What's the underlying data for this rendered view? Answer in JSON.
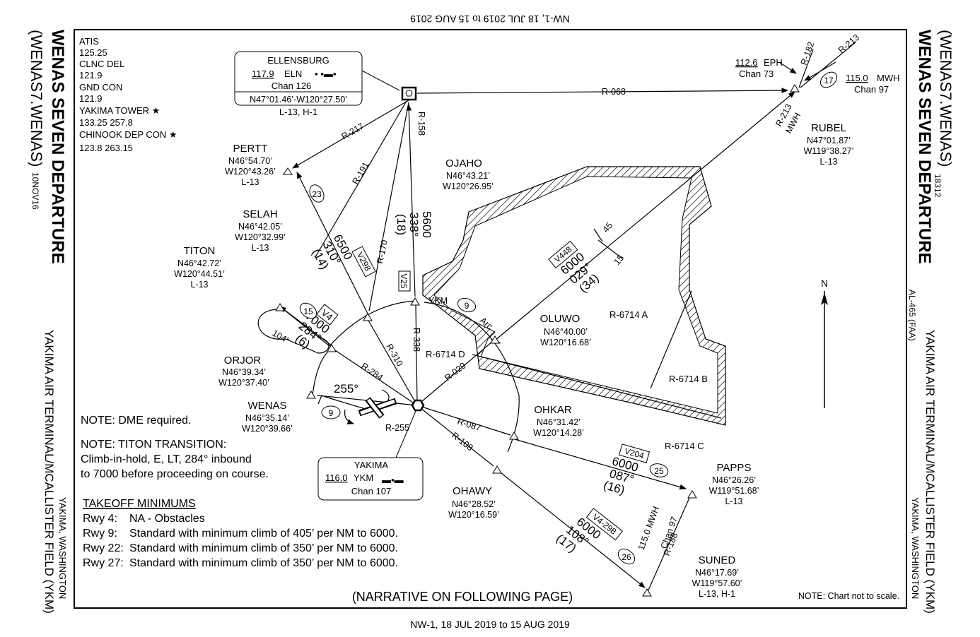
{
  "chart": {
    "title": "WENAS SEVEN DEPARTURE",
    "code": "(WENAS7.WENAS)",
    "date_code": "10NOV16",
    "chart_number": "18312",
    "faa_id": "AL-465 (FAA)",
    "airport": "YAKIMA AIR TERMINAL/MCALLISTER FIELD (YKM)",
    "city": "YAKIMA, WASHINGTON",
    "cycle_top": "NW-1,  18 JUL 2019  to  15 AUG 2019",
    "cycle_bottom": "NW-1,  18 JUL 2019  to  15 AUG 2019",
    "narrative_note": "(NARRATIVE ON FOLLOWING PAGE)",
    "scale_note": "NOTE: Chart not to scale.",
    "north_label": "N"
  },
  "comms": [
    "ATIS",
    "125.25",
    "CLNC DEL",
    "121.9",
    "GND CON",
    "121.9",
    "YAKIMA TOWER ★",
    "133.25  257.8",
    "CHINOOK DEP CON ★",
    "123.8  263.15"
  ],
  "notes": {
    "dme": "NOTE: DME required.",
    "titon_1": "NOTE: TITON TRANSITION:",
    "titon_2": "Climb-in-hold, E, LT, 284° inbound",
    "titon_3": "to 7000 before proceeding on course."
  },
  "takeoff": {
    "heading": "TAKEOFF MINIMUMS",
    "rows": [
      {
        "rwy": "Rwy 4:",
        "text": "NA - Obstacles"
      },
      {
        "rwy": "Rwy 9:",
        "text": "Standard with minimum climb of 405’ per NM to 6000."
      },
      {
        "rwy": "Rwy 22:",
        "text": "Standard with minimum climb of 350’ per NM to 6000."
      },
      {
        "rwy": "Rwy 27:",
        "text": "Standard with minimum climb of 350’ per NM to 6000."
      }
    ]
  },
  "navaids": {
    "ellensburg": {
      "name": "ELLENSBURG",
      "freq": "117.9",
      "id": "ELN",
      "chan": "Chan 126",
      "coords": "N47°01.46’-W120°27.50’",
      "charts": "L-13, H-1"
    },
    "yakima": {
      "name": "YAKIMA",
      "freq": "116.0",
      "id": "YKM",
      "chan": "Chan 107"
    },
    "eph": {
      "freq": "112.6",
      "id": "EPH",
      "chan": "Chan 73"
    },
    "mwh": {
      "freq": "115.0",
      "id": "MWH",
      "chan": "Chan 97"
    }
  },
  "fixes": [
    {
      "name": "PERTT",
      "lat": "N46°54.70’",
      "lon": "W120°43.26’",
      "chart": "L-13"
    },
    {
      "name": "SELAH",
      "lat": "N46°42.05’",
      "lon": "W120°32.99’",
      "chart": "L-13"
    },
    {
      "name": "TITON",
      "lat": "N46°42.72’",
      "lon": "W120°44.51’",
      "chart": "L-13"
    },
    {
      "name": "ORJOR",
      "lat": "N46°39.34’",
      "lon": "W120°37.40’",
      "chart": ""
    },
    {
      "name": "WENAS",
      "lat": "N46°35.14’",
      "lon": "W120°39.66’",
      "chart": ""
    },
    {
      "name": "OJAHO",
      "lat": "N46°43.21’",
      "lon": "W120°26.95’",
      "chart": ""
    },
    {
      "name": "OLUWO",
      "lat": "N46°40.00’",
      "lon": "W120°16.68’",
      "chart": ""
    },
    {
      "name": "OHKAR",
      "lat": "N46°31.42’",
      "lon": "W120°14.28’",
      "chart": ""
    },
    {
      "name": "OHAWY",
      "lat": "N46°28.52’",
      "lon": "W120°16.59’",
      "chart": ""
    },
    {
      "name": "RUBEL",
      "lat": "N47°01.87’",
      "lon": "W119°38.27’",
      "chart": "L-13"
    },
    {
      "name": "PAPPS",
      "lat": "N46°26.26’",
      "lon": "W119°51.68’",
      "chart": "L-13"
    },
    {
      "name": "SUNED",
      "lat": "N46°17.69’",
      "lon": "W119°57.60’",
      "chart": "L-13, H-1"
    }
  ],
  "radials": {
    "r068": "R-068",
    "r158": "R-158",
    "r217": "R-217",
    "r191": "R-191",
    "r170": "R-170",
    "r182": "R-182",
    "r213a": "R-213",
    "r213b": "R-213",
    "r310": "R-310",
    "r338": "R-338",
    "r284": "R-284",
    "r255": "R-255",
    "r087": "R-087",
    "r108": "R-108",
    "r029": "R-029",
    "r188": "R-188",
    "mwh": "MWH",
    "arc": "Arc",
    "ykm": "YKM"
  },
  "routes": {
    "titon": {
      "alt": "7000",
      "crs": "284°",
      "dist": "(6)",
      "airway": "V4",
      "leg": "15",
      "hold": "104°"
    },
    "pertt": {
      "alt": "6500",
      "crs": "310°",
      "dist": "(14)",
      "airway": "V298",
      "leg": "23"
    },
    "eln": {
      "alt": "5600",
      "crs": "338°",
      "dist": "(18)",
      "airway": "V25"
    },
    "rubel": {
      "alt": "6000",
      "crs": "029°",
      "dist": "(34)",
      "airway": "V448",
      "mark1": "45",
      "mark2": "15",
      "leg": "17"
    },
    "papps": {
      "alt": "6000",
      "crs": "087°",
      "dist": "(16)",
      "airway": "V204",
      "leg": "25"
    },
    "suned": {
      "alt": "6000",
      "crs": "108°",
      "dist": "(17)",
      "airway": "V4-298",
      "leg": "26",
      "vor": "115.0 MWH",
      "chan": "Chan 97"
    },
    "wenas": {
      "crs": "255°",
      "leg": "9"
    },
    "arc": {
      "leg": "9"
    }
  },
  "airspace": {
    "a": "R-6714 A",
    "b": "R-6714 B",
    "c": "R-6714 C",
    "d": "R-6714 D"
  }
}
